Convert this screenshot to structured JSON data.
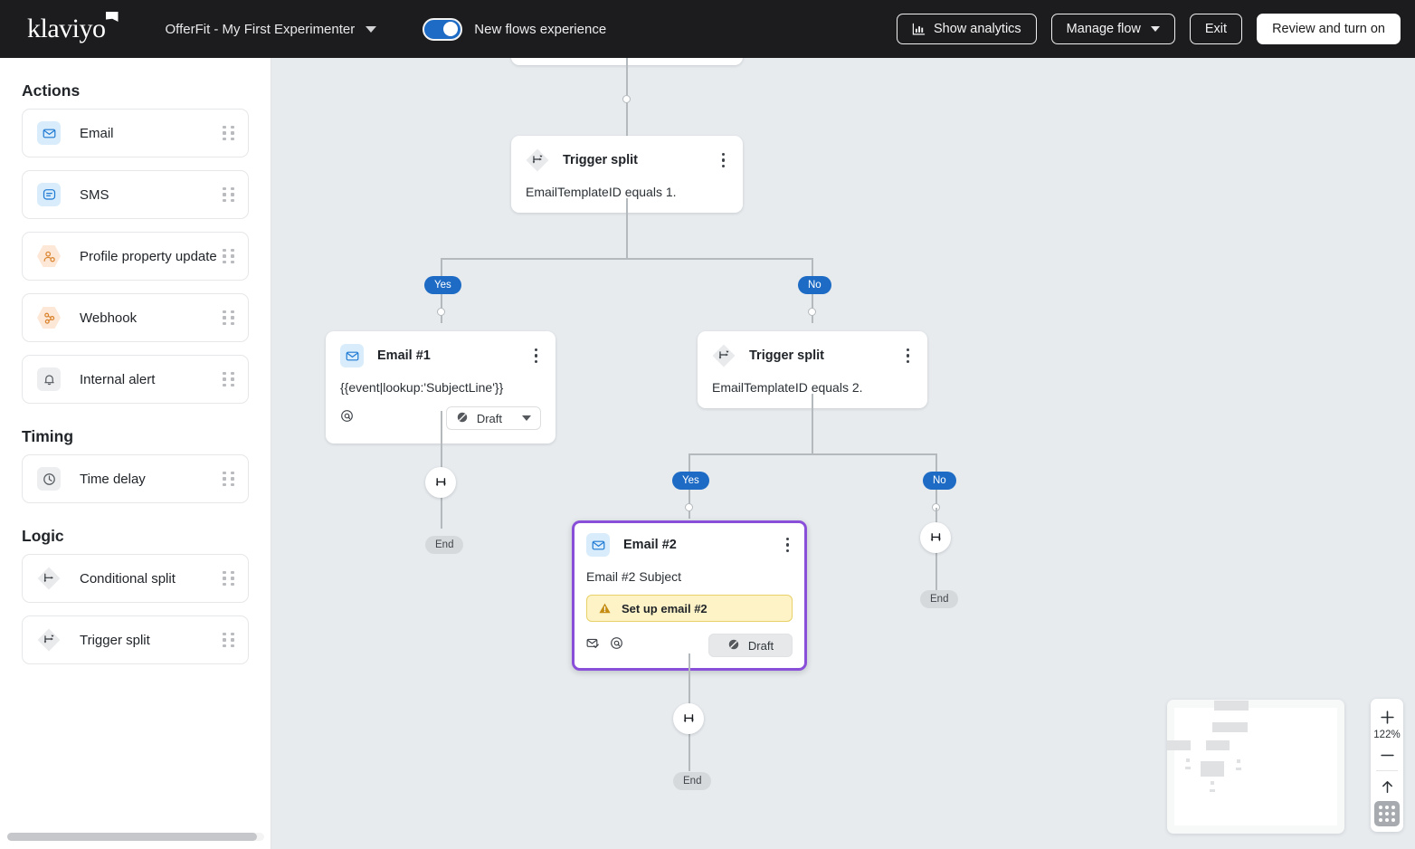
{
  "header": {
    "logo_text": "klaviyo",
    "flow_name": "OfferFit - My First Experimenter",
    "toggle_label": "New flows experience",
    "toggle_on": true,
    "buttons": {
      "show_analytics": "Show analytics",
      "manage_flow": "Manage flow",
      "exit": "Exit",
      "review_turn_on": "Review and turn on"
    }
  },
  "sidebar": {
    "sections": [
      {
        "title": "Actions",
        "items": [
          {
            "label": "Email",
            "icon": "email-icon"
          },
          {
            "label": "SMS",
            "icon": "sms-icon"
          },
          {
            "label": "Profile property update",
            "icon": "profile-update-icon"
          },
          {
            "label": "Webhook",
            "icon": "webhook-icon"
          },
          {
            "label": "Internal alert",
            "icon": "bell-icon"
          }
        ]
      },
      {
        "title": "Timing",
        "items": [
          {
            "label": "Time delay",
            "icon": "clock-icon"
          }
        ]
      },
      {
        "title": "Logic",
        "items": [
          {
            "label": "Conditional split",
            "icon": "conditional-split-icon"
          },
          {
            "label": "Trigger split",
            "icon": "trigger-split-icon"
          }
        ]
      }
    ]
  },
  "canvas": {
    "nodes": {
      "trigger_split_1": {
        "title": "Trigger split",
        "condition": "EmailTemplateID equals 1."
      },
      "email_1": {
        "title": "Email #1",
        "subject": "{{event|lookup:'SubjectLine'}}",
        "status": "Draft"
      },
      "trigger_split_2": {
        "title": "Trigger split",
        "condition": "EmailTemplateID equals 2."
      },
      "email_2": {
        "title": "Email #2",
        "subject": "Email #2 Subject",
        "warning": "Set up email #2",
        "status": "Draft",
        "selected": true
      }
    },
    "branch_labels": {
      "yes_1": "Yes",
      "no_1": "No",
      "yes_2": "Yes",
      "no_2": "No"
    },
    "end_labels": {
      "end_1": "End",
      "end_2": "End",
      "end_3": "End"
    }
  },
  "viewport": {
    "zoom_level": "122%"
  },
  "colors": {
    "accent_blue": "#1d6bc4",
    "selection_purple": "#8a4fd8",
    "warning_yellow": "#fdf3c7",
    "canvas_bg": "#e7ebee",
    "topbar_bg": "#1c1c1e"
  }
}
